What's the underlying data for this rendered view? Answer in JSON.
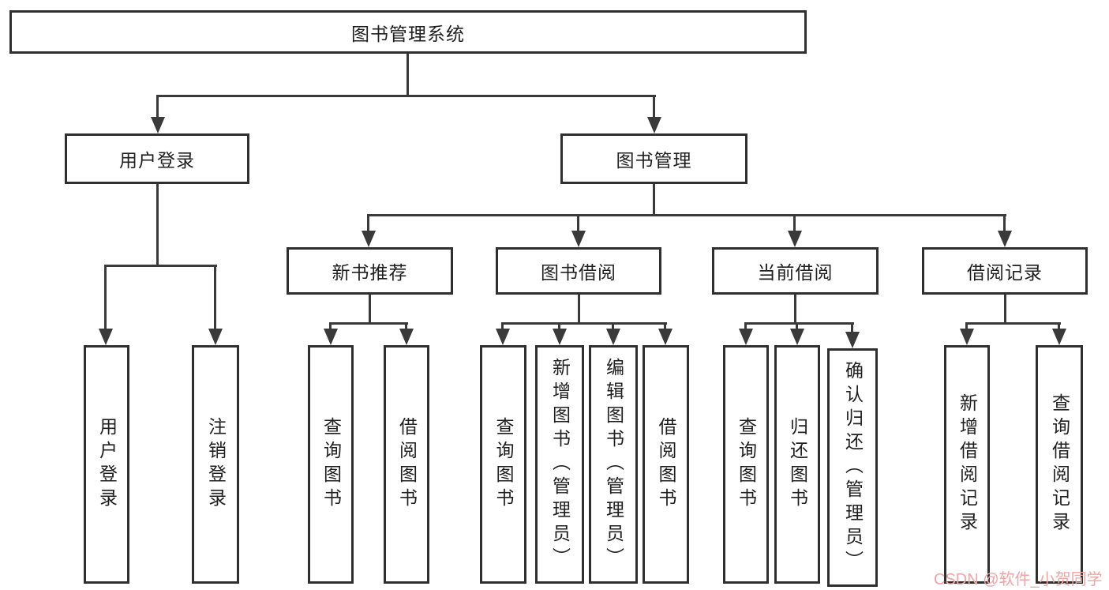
{
  "tree": {
    "label": "图书管理系统",
    "children": [
      {
        "label": "用户登录",
        "children": [
          {
            "label": "用户登录"
          },
          {
            "label": "注销登录"
          }
        ]
      },
      {
        "label": "图书管理",
        "children": [
          {
            "label": "新书推荐",
            "children": [
              {
                "label": "查询图书"
              },
              {
                "label": "借阅图书"
              }
            ]
          },
          {
            "label": "图书借阅",
            "children": [
              {
                "label": "查询图书"
              },
              {
                "label": "新增图书（管理员）"
              },
              {
                "label": "编辑图书（管理员）"
              },
              {
                "label": "借阅图书"
              }
            ]
          },
          {
            "label": "当前借阅",
            "children": [
              {
                "label": "查询图书"
              },
              {
                "label": "归还图书"
              },
              {
                "label": "确认归还（管理员）"
              }
            ]
          },
          {
            "label": "借阅记录",
            "children": [
              {
                "label": "新增借阅记录"
              },
              {
                "label": "查询借阅记录"
              }
            ]
          }
        ]
      }
    ]
  },
  "watermark": "CSDN @软件_小贺同学",
  "colors": {
    "line": "#3a3a3a",
    "box_border": "#2f2f2f",
    "text": "#1f1f1f",
    "watermark": "#f2a3a3",
    "background": "#ffffff"
  }
}
